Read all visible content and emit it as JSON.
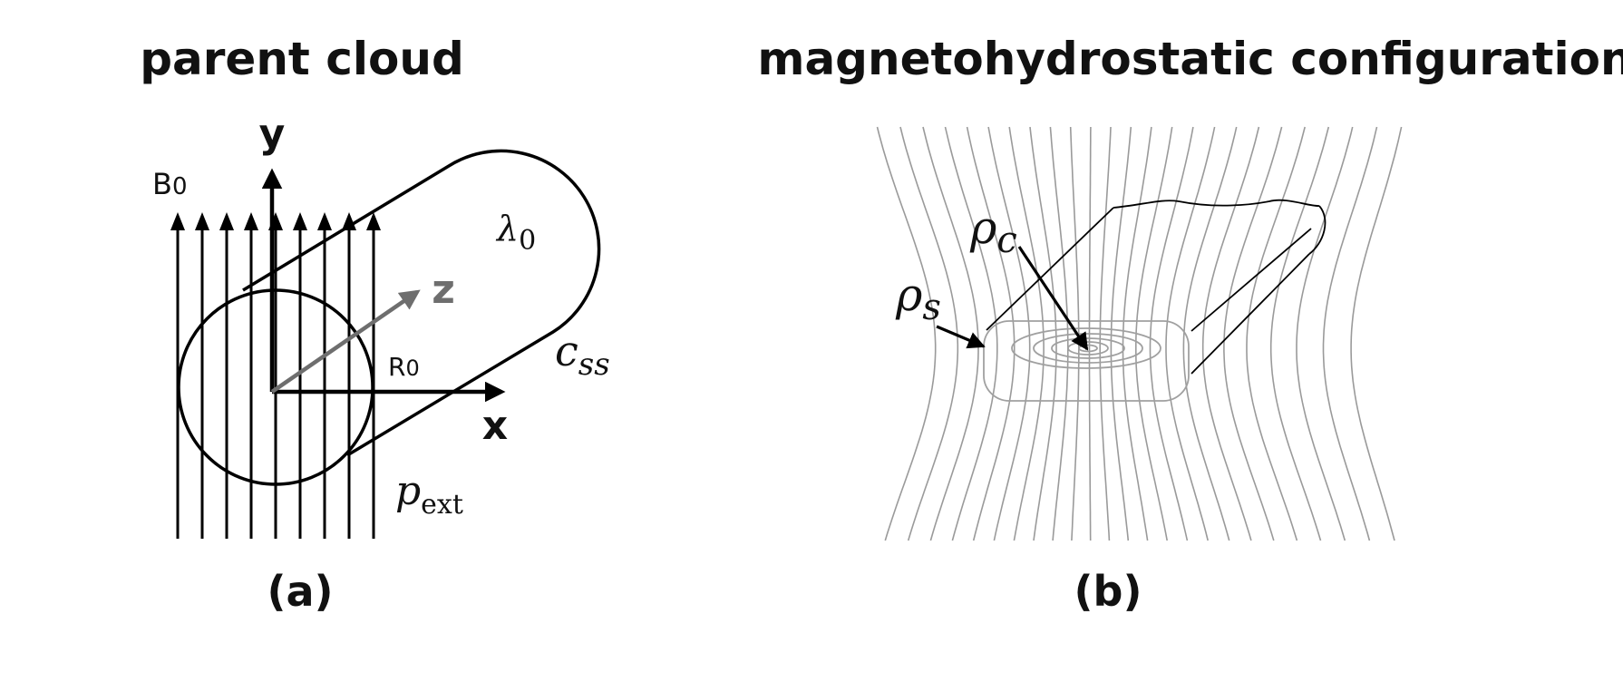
{
  "panel_a": {
    "title": "parent cloud",
    "label": "(a)",
    "axis_y": "y",
    "axis_x": "x",
    "axis_z": "z",
    "field_label_main": "B",
    "field_label_sub": "0",
    "radius_label_main": "R",
    "radius_label_sub": "0",
    "line_density_main": "λ",
    "line_density_sub": "0",
    "sound_speed_main": "c",
    "sound_speed_sub": "ss",
    "pressure_main": "p",
    "pressure_sub": "ext",
    "colors": {
      "axes": "#000000",
      "z_axis": "#6e6e6e",
      "lines": "#000000"
    }
  },
  "panel_b": {
    "title": "magnetohydrostatic configuration",
    "label": "(b)",
    "center_density_main": "ρ",
    "center_density_sub": "c",
    "surface_density_main": "ρ",
    "surface_density_sub": "s",
    "colors": {
      "field_lines": "#9a9a9a",
      "contours": "#a0a0a0",
      "outline": "#000000"
    }
  }
}
